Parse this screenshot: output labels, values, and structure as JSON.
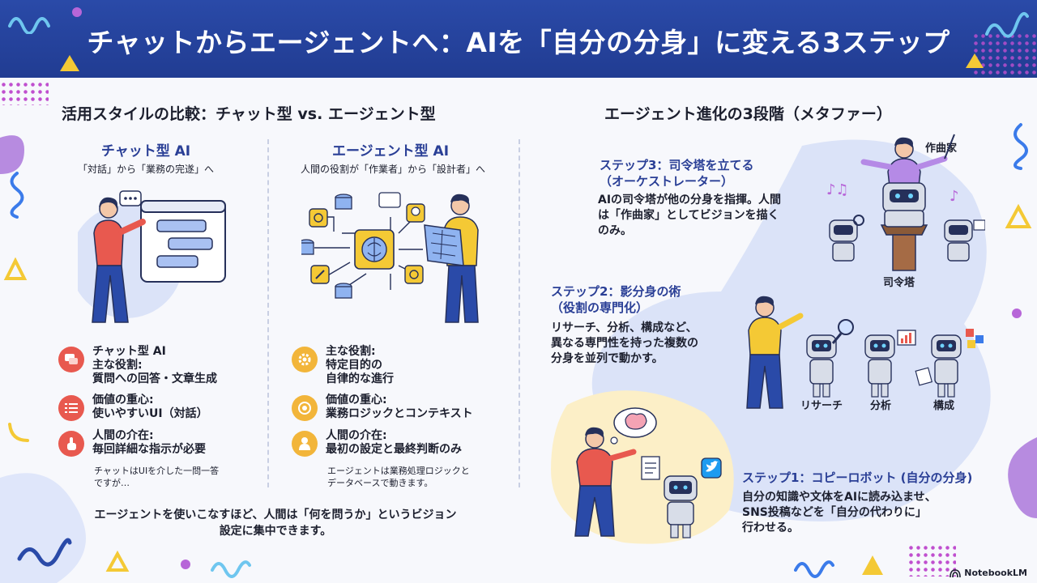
{
  "banner": {
    "title": "チャットからエージェントへ：AIを「自分の分身」に変える3ステップ"
  },
  "left": {
    "section_title": "活用スタイルの比較：チャット型 vs. エージェント型",
    "chat": {
      "title": "チャット型 AI",
      "subtitle": "「対話」から「業務の完遂」へ",
      "features": [
        {
          "icon": "chat-bubbles-icon",
          "text": "チャット型 AI\n主な役割:\n質問への回答・文章生成"
        },
        {
          "icon": "list-icon",
          "text": "価値の重心:\n使いやすいUI（対話）"
        },
        {
          "icon": "pointer-hand-icon",
          "text": "人間の介在:\n毎回詳細な指示が必要"
        }
      ],
      "note": "チャットはUIを介した一問一答\nですが…"
    },
    "agent": {
      "title": "エージェント型 AI",
      "subtitle": "人間の役割が「作業者」から「設計者」へ",
      "features": [
        {
          "icon": "gear-icon",
          "text": "主な役割:\n特定目的の\n自律的な進行"
        },
        {
          "icon": "target-icon",
          "text": "価値の重心:\n業務ロジックとコンテキスト"
        },
        {
          "icon": "person-icon",
          "text": "人間の介在:\n最初の設定と最終判断のみ"
        }
      ],
      "note": "エージェントは業務処理ロジックと\nデータベースで動きます。"
    },
    "bottom_message": "エージェントを使いこなすほど、人間は「何を問うか」というビジョン\n設定に集中できます。"
  },
  "right": {
    "section_title": "エージェント進化の3段階（メタファー）",
    "step3": {
      "title": "ステップ3：司令塔を立てる\n（オーケストレーター）",
      "desc": "AIの司令塔が他の分身を指揮。人間\nは「作曲家」としてビジョンを描く\nのみ。",
      "label_composer": "作曲家",
      "label_tower": "司令塔"
    },
    "step2": {
      "title": "ステップ2：影分身の術\n（役割の専門化）",
      "desc": "リサーチ、分析、構成など、\n異なる専門性を持った複数の\n分身を並列で動かす。",
      "labels": [
        "リサーチ",
        "分析",
        "構成"
      ]
    },
    "step1": {
      "title": "ステップ1：コピーロボット (自分の分身)",
      "desc": "自分の知識や文体をAIに読み込ませ、\nSNS投稿などを「自分の代わりに」\n行わせる。"
    }
  },
  "footer": {
    "brand": "NotebookLM"
  },
  "colors": {
    "banner": "#2a4aa8",
    "accent_blue": "#2a3f96",
    "chat_icon": "#e8594f",
    "agent_icon": "#f2b53a"
  }
}
